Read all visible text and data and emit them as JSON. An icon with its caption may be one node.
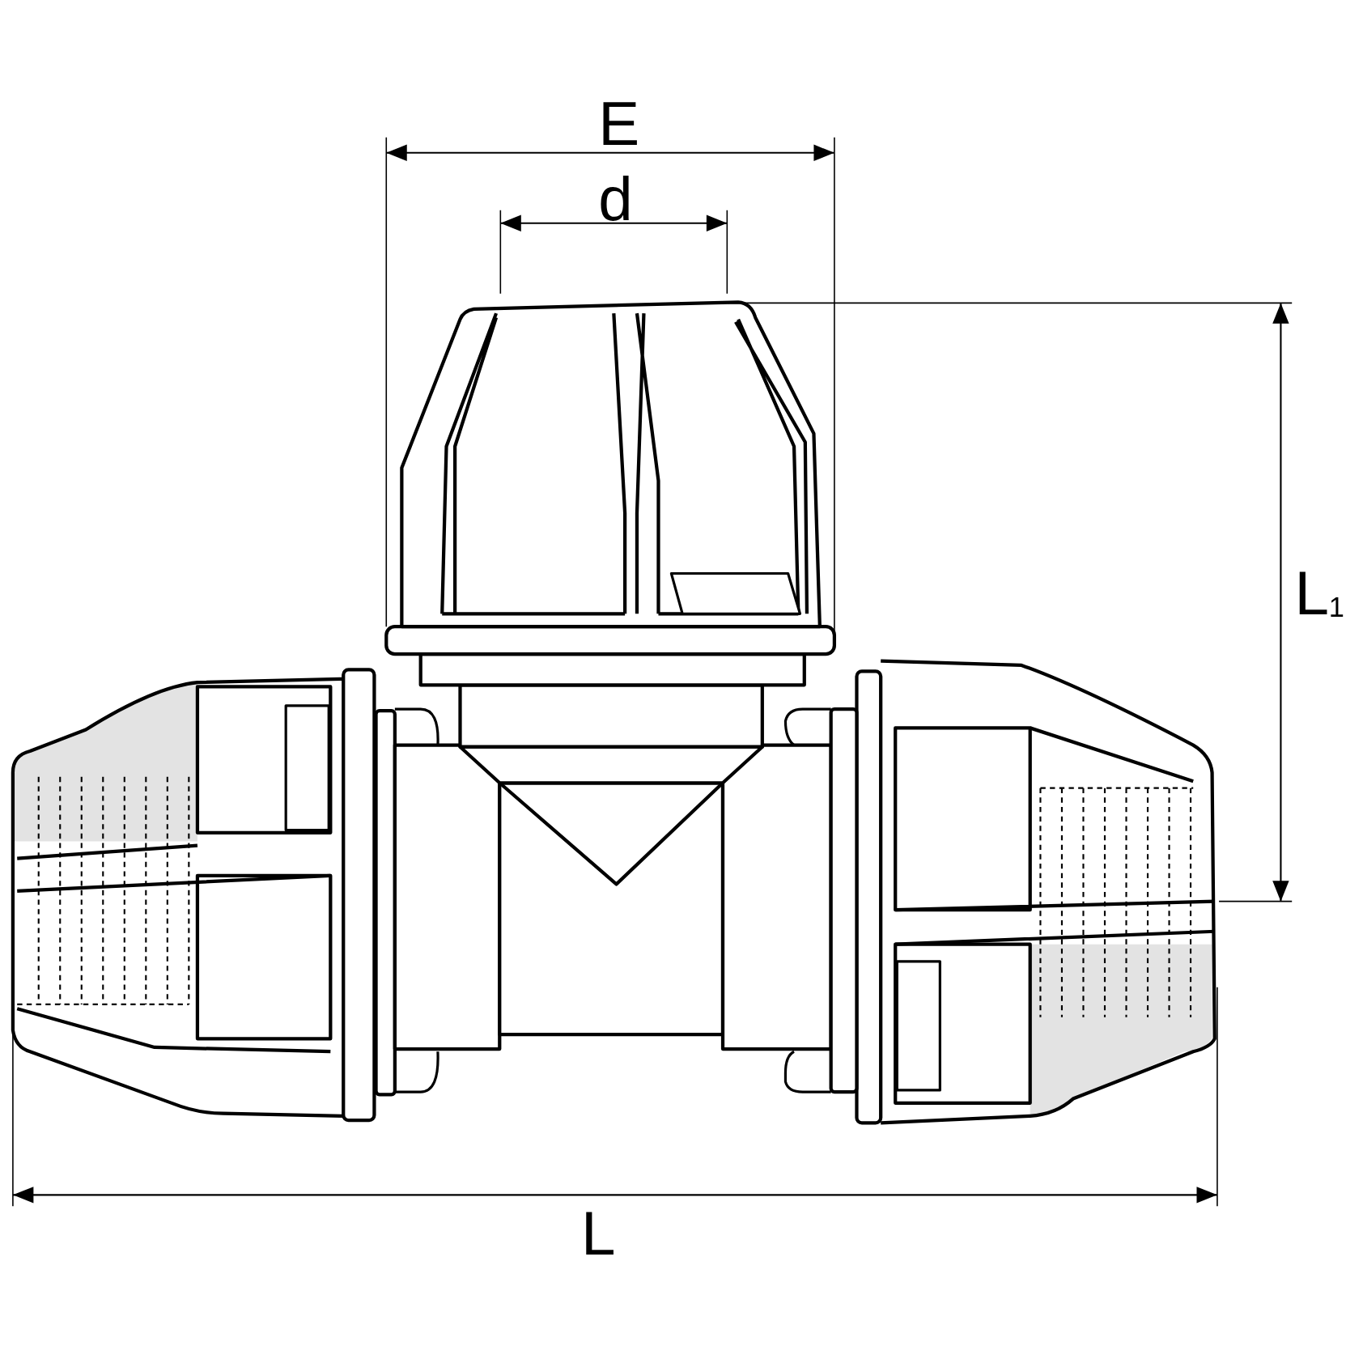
{
  "diagram": {
    "labels": [
      "E",
      "d",
      "L$_{1}$",
      "L"
    ]
  }
}
